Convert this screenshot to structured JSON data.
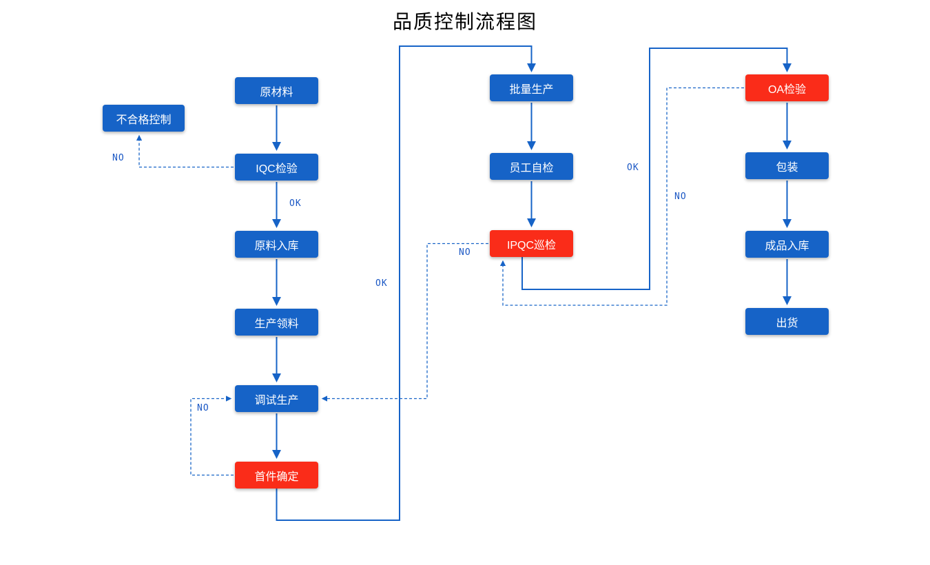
{
  "title": "品质控制流程图",
  "colors": {
    "primary": "#1663c7",
    "alert": "#fa2c19",
    "line": "#1663c7",
    "label": "#1a57c4",
    "text": "#ffffff",
    "background": "#ffffff"
  },
  "nodes": [
    {
      "id": "raw-material",
      "label": "原材料",
      "type": "normal"
    },
    {
      "id": "nonconforming-control",
      "label": "不合格控制",
      "type": "normal"
    },
    {
      "id": "iqc-inspection",
      "label": "IQC检验",
      "type": "normal"
    },
    {
      "id": "raw-material-storage",
      "label": "原料入库",
      "type": "normal"
    },
    {
      "id": "production-picking",
      "label": "生产领料",
      "type": "normal"
    },
    {
      "id": "trial-production",
      "label": "调试生产",
      "type": "normal"
    },
    {
      "id": "first-article-confirm",
      "label": "首件确定",
      "type": "alert"
    },
    {
      "id": "mass-production",
      "label": "批量生产",
      "type": "normal"
    },
    {
      "id": "employee-self-check",
      "label": "员工自检",
      "type": "normal"
    },
    {
      "id": "ipqc-inspection",
      "label": "IPQC巡检",
      "type": "alert"
    },
    {
      "id": "oa-inspection",
      "label": "OA检验",
      "type": "alert"
    },
    {
      "id": "packaging",
      "label": "包装",
      "type": "normal"
    },
    {
      "id": "finished-goods-storage",
      "label": "成品入库",
      "type": "normal"
    },
    {
      "id": "shipment",
      "label": "出货",
      "type": "normal"
    }
  ],
  "edges": [
    {
      "from": "原材料",
      "to": "IQC检验",
      "style": "solid",
      "label": ""
    },
    {
      "from": "IQC检验",
      "to": "不合格控制",
      "style": "dashed",
      "label": "NO"
    },
    {
      "from": "IQC检验",
      "to": "原料入库",
      "style": "solid",
      "label": "OK"
    },
    {
      "from": "原料入库",
      "to": "生产领料",
      "style": "solid",
      "label": ""
    },
    {
      "from": "生产领料",
      "to": "调试生产",
      "style": "solid",
      "label": ""
    },
    {
      "from": "调试生产",
      "to": "首件确定",
      "style": "solid",
      "label": ""
    },
    {
      "from": "首件确定",
      "to": "调试生产",
      "style": "dashed",
      "label": "NO"
    },
    {
      "from": "首件确定",
      "to": "批量生产",
      "style": "solid",
      "label": "OK"
    },
    {
      "from": "批量生产",
      "to": "员工自检",
      "style": "solid",
      "label": ""
    },
    {
      "from": "员工自检",
      "to": "IPQC巡检",
      "style": "solid",
      "label": ""
    },
    {
      "from": "IPQC巡检",
      "to": "调试生产",
      "style": "dashed",
      "label": "NO"
    },
    {
      "from": "IPQC巡检",
      "to": "OA检验",
      "style": "solid",
      "label": "OK"
    },
    {
      "from": "OA检验",
      "to": "IPQC巡检",
      "style": "dashed",
      "label": "NO"
    },
    {
      "from": "OA检验",
      "to": "包装",
      "style": "solid",
      "label": ""
    },
    {
      "from": "包装",
      "to": "成品入库",
      "style": "solid",
      "label": ""
    },
    {
      "from": "成品入库",
      "to": "出货",
      "style": "solid",
      "label": ""
    }
  ]
}
